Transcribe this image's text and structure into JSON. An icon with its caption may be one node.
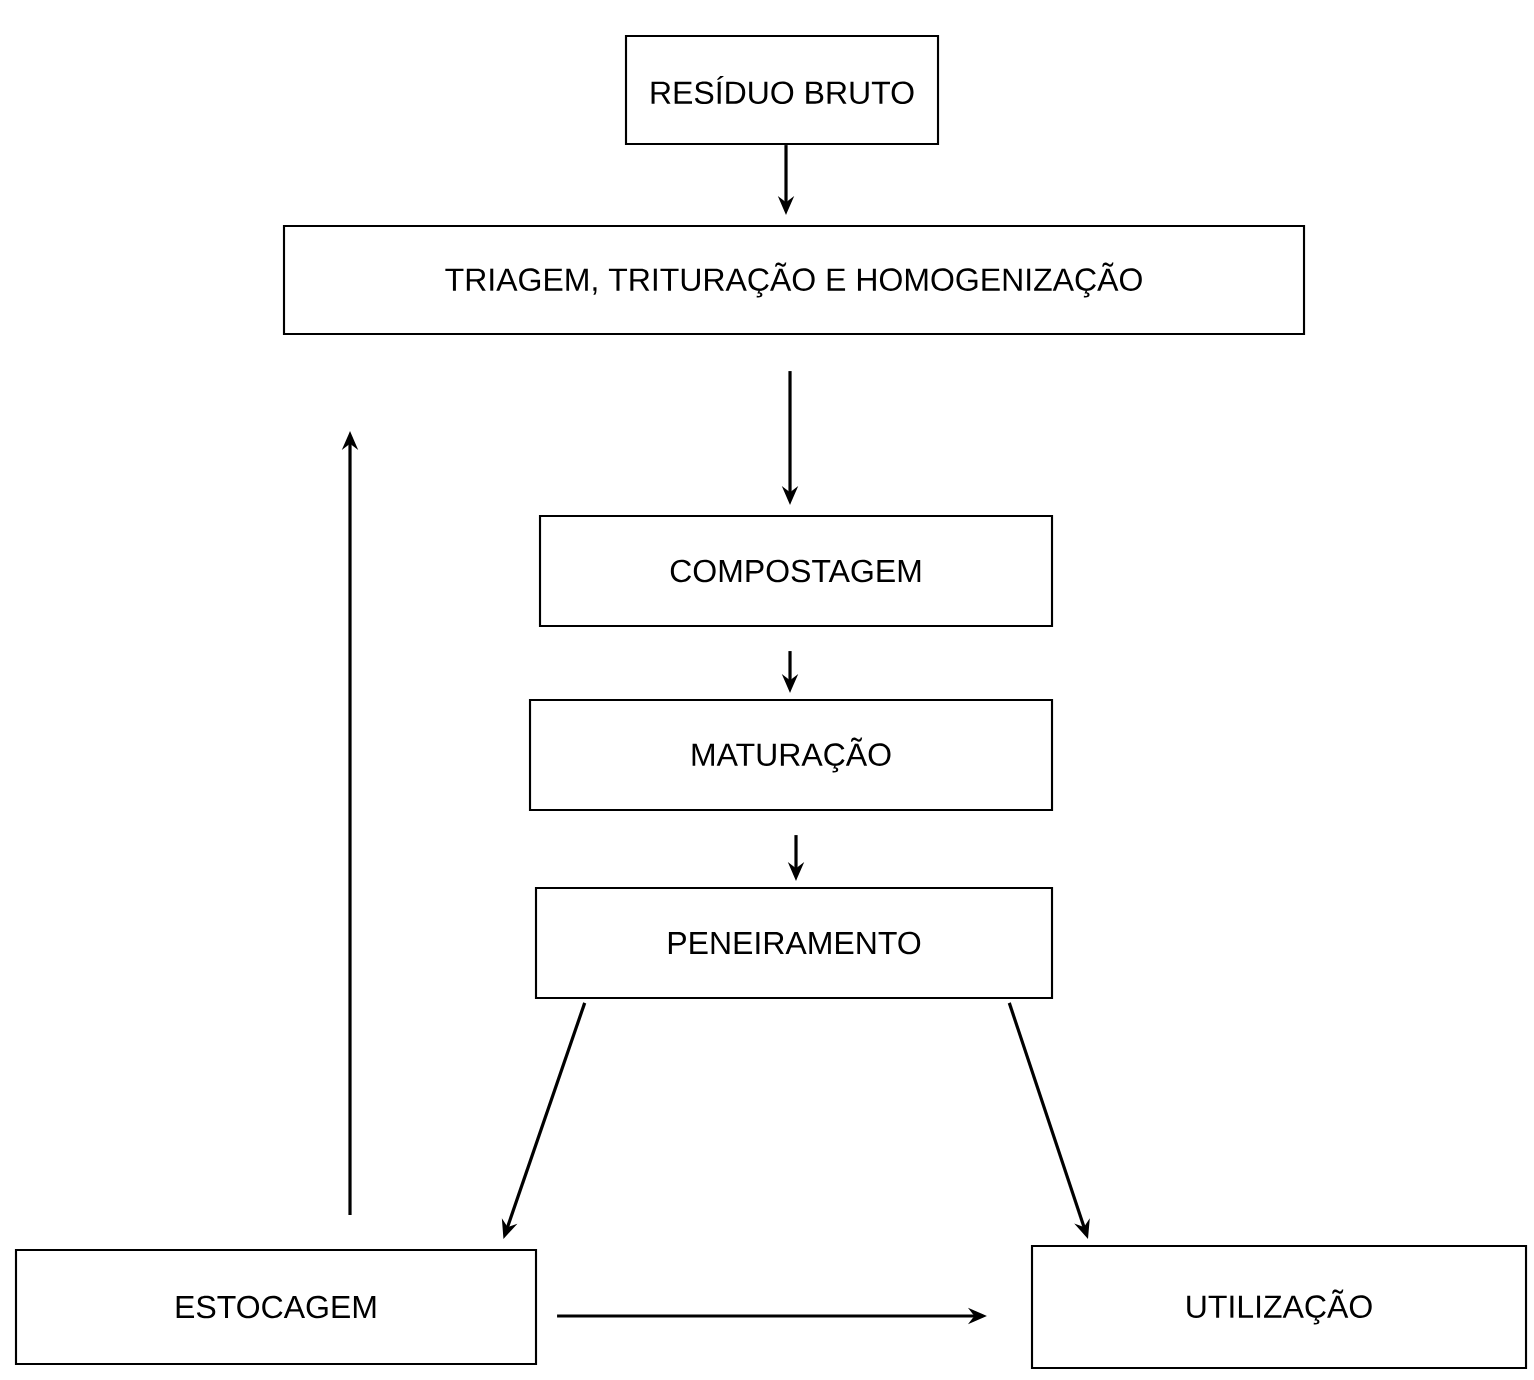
{
  "diagram": {
    "nodes": [
      {
        "text": [
          "RESÍDUO BRUTO"
        ]
      },
      {
        "text": [
          "TRIAGEM, TRITURAÇÃO E HOMOGENIZAÇÃO"
        ]
      },
      {
        "text": [
          "COMPOSTAGEM"
        ]
      },
      {
        "text": [
          "MATURAÇÃO"
        ]
      },
      {
        "text": [
          "PENEIRAMENTO"
        ]
      },
      {
        "text": [
          "ESTOCAGEM"
        ]
      },
      {
        "text": [
          "UTILIZAÇÃO"
        ]
      }
    ],
    "edges": [
      {
        "from": 0,
        "to": 1,
        "arrow": "to"
      },
      {
        "from": 1,
        "to": 2,
        "arrow": "to"
      },
      {
        "from": 2,
        "to": 3,
        "arrow": "to"
      },
      {
        "from": 3,
        "to": 4,
        "arrow": "to"
      },
      {
        "from": 4,
        "to": 5,
        "arrow": "to"
      },
      {
        "from": 4,
        "to": 6,
        "arrow": "to"
      },
      {
        "from": 5,
        "to": 6,
        "arrow": "to"
      },
      {
        "from": 5,
        "to": 1,
        "arrow": "to"
      }
    ]
  }
}
